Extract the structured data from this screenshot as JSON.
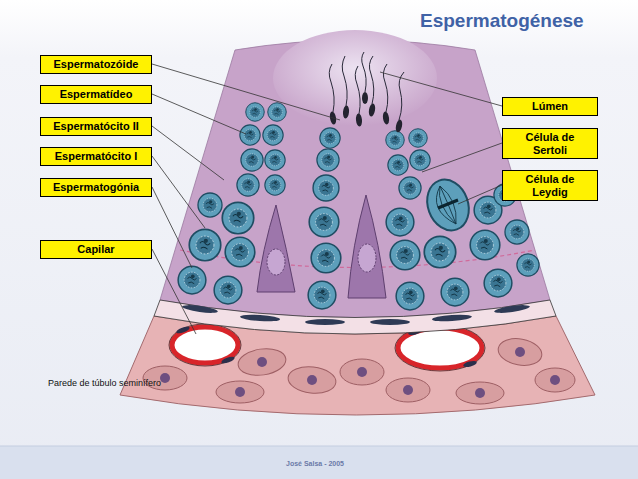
{
  "diagram": {
    "title": "Espermatogénese",
    "nodes": [
      {
        "text": [
          "Espermatozóide"
        ]
      },
      {
        "text": [
          "Espermatídeo"
        ]
      },
      {
        "text": [
          "Espermatócito II"
        ]
      },
      {
        "text": [
          "Espermatócito I"
        ]
      },
      {
        "text": [
          "Espermatogónia"
        ]
      },
      {
        "text": [
          "Capilar"
        ]
      },
      {
        "text": [
          "Lúmen"
        ]
      },
      {
        "text": [
          "Célula de Sertoli"
        ]
      },
      {
        "text": [
          "Célula de Leydig"
        ]
      }
    ],
    "labels": [
      "Parede de túbulo seminífero",
      "José Salsa - 2005"
    ]
  }
}
